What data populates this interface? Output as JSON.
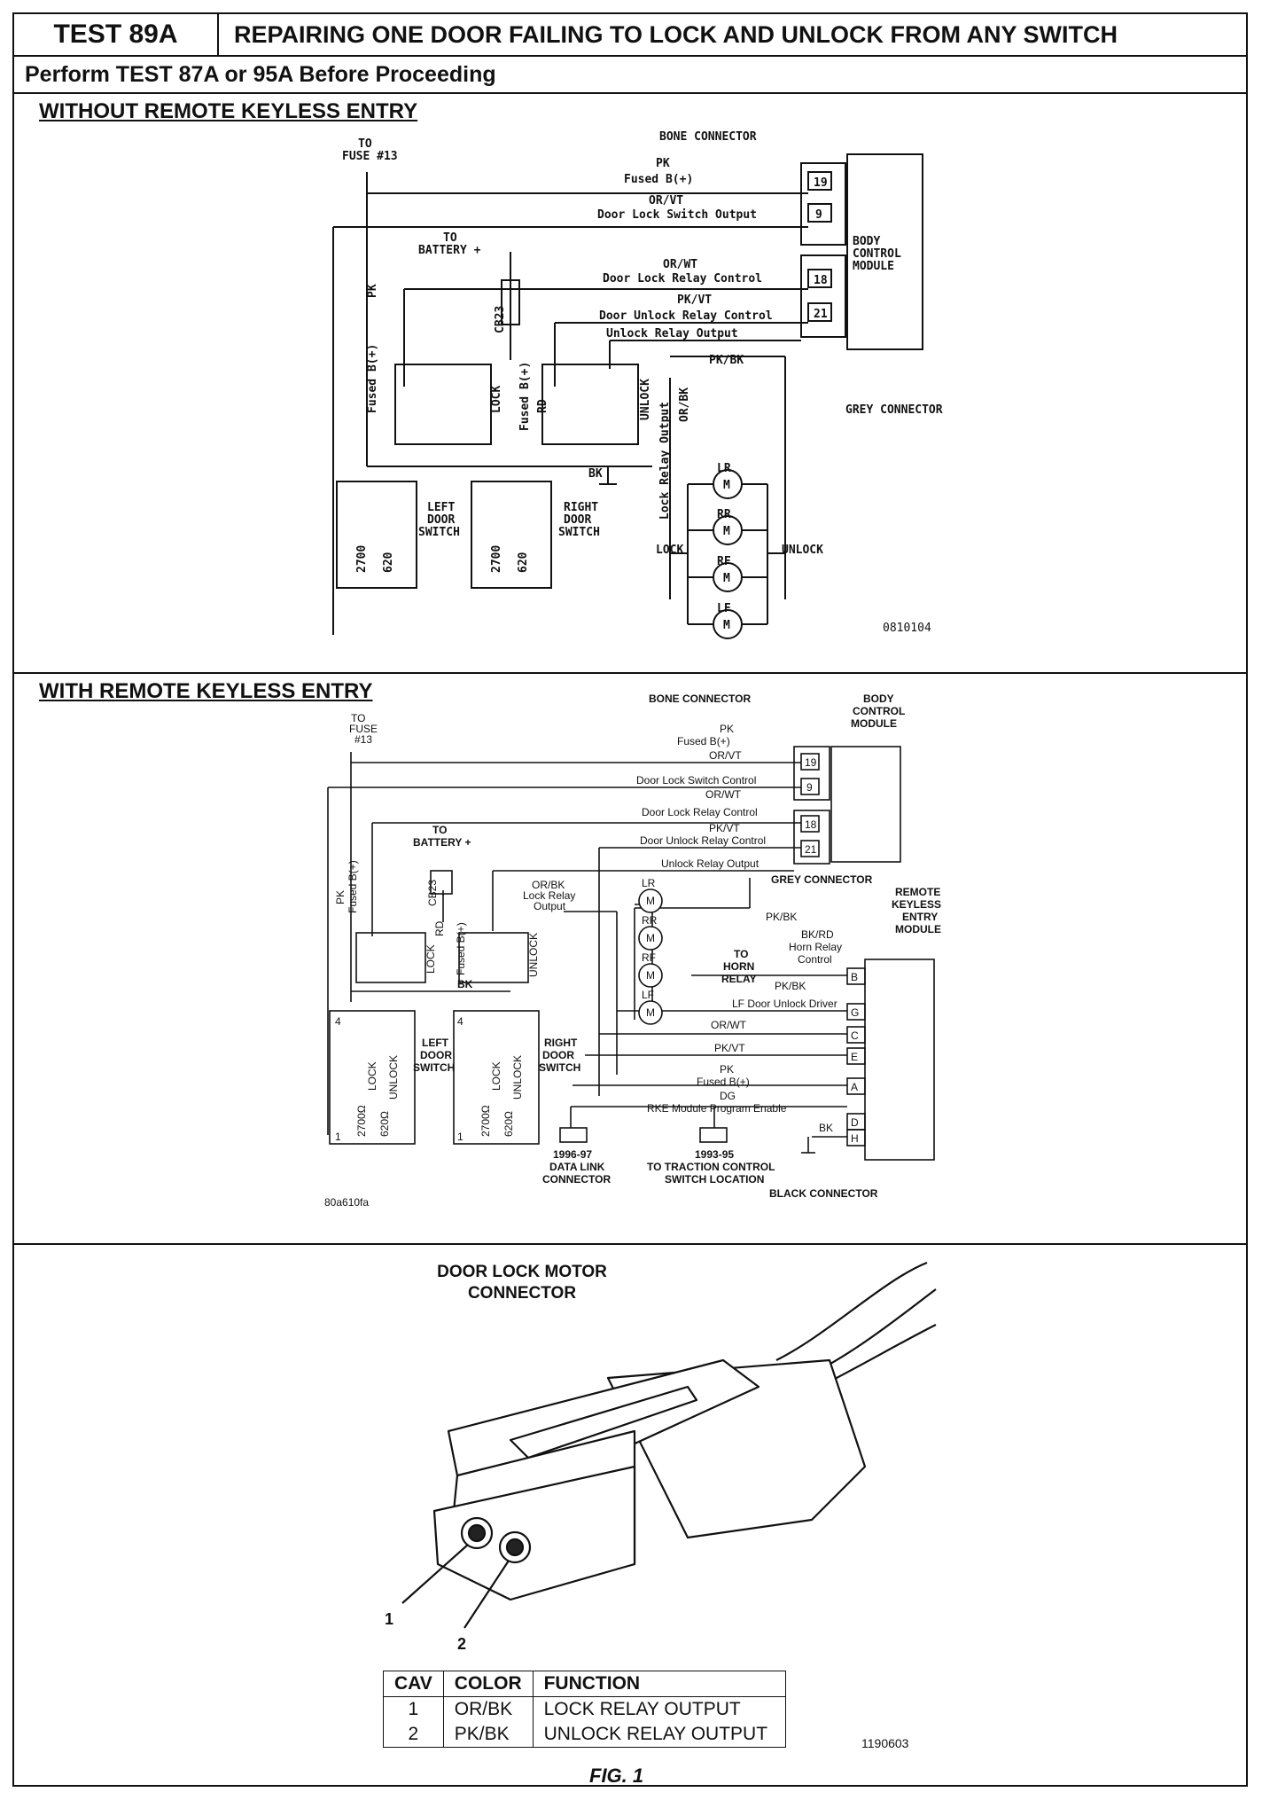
{
  "header": {
    "test_id": "TEST 89A",
    "title": "REPAIRING ONE DOOR FAILING TO LOCK AND UNLOCK FROM ANY SWITCH",
    "prerequisite": "Perform TEST 87A or 95A Before Proceeding"
  },
  "section1": {
    "title": "WITHOUT REMOTE KEYLESS ENTRY",
    "labels": {
      "to_fuse": "TO",
      "fuse13": "FUSE #13",
      "bone_connector": "BONE CONNECTOR",
      "grey_connector": "GREY CONNECTOR",
      "bcm": [
        "BODY",
        "CONTROL",
        "MODULE"
      ],
      "to_battery": [
        "TO",
        "BATTERY +"
      ],
      "cb23": "CB23",
      "pk": "PK",
      "fused_b_plus": "Fused B(+)",
      "rd": "RD",
      "lock": "LOCK",
      "unlock": "UNLOCK",
      "bk": "BK",
      "lock_relay_output": "Lock Relay Output",
      "or_bk": "OR/BK",
      "pk_bk": "PK/BK",
      "left_door_switch": [
        "LEFT",
        "DOOR",
        "SWITCH"
      ],
      "right_door_switch": [
        "RIGHT",
        "DOOR",
        "SWITCH"
      ],
      "r2700": "2700",
      "r620": "620",
      "lock_side": "LOCK",
      "unlock_side": "UNLOCK",
      "motors": [
        "LR",
        "RR",
        "RF",
        "LF"
      ],
      "m": "M",
      "code": "0810104"
    },
    "wires": [
      {
        "color": "PK",
        "desc": "Fused B(+)",
        "pin": "19"
      },
      {
        "color": "OR/VT",
        "desc": "Door Lock Switch Output",
        "pin": "9"
      },
      {
        "color": "OR/WT",
        "desc": "Door Lock Relay Control",
        "pin": "18"
      },
      {
        "color": "PK/VT",
        "desc": "Door Unlock Relay Control",
        "pin": "21"
      },
      {
        "color": "",
        "desc": "Unlock Relay Output",
        "pin": ""
      }
    ]
  },
  "section2": {
    "title": "WITH REMOTE KEYLESS ENTRY",
    "labels": {
      "to": "TO",
      "fuse": "FUSE",
      "fuse13": "#13",
      "bone_connector": "BONE CONNECTOR",
      "bcm": [
        "BODY",
        "CONTROL",
        "MODULE"
      ],
      "grey_connector": "GREY CONNECTOR",
      "rke": [
        "REMOTE",
        "KEYLESS",
        "ENTRY",
        "MODULE"
      ],
      "to_battery": [
        "TO",
        "BATTERY +"
      ],
      "cb23": "CB23",
      "rd": "RD",
      "fused_b": "Fused B(+)",
      "pk": "PK",
      "lock": "LOCK",
      "unlock": "UNLOCK",
      "bk": "BK",
      "or_bk_lock": [
        "OR/BK",
        "Lock Relay",
        "Output"
      ],
      "pk_bk": "PK/BK",
      "motors": [
        "LR",
        "RR",
        "RF",
        "LF"
      ],
      "m": "M",
      "bk_rd": [
        "BK/RD",
        "Horn Relay",
        "Control"
      ],
      "to_horn": [
        "TO",
        "HORN",
        "RELAY"
      ],
      "lf_door_unlock": "LF Door Unlock Driver",
      "pk_bk2": "PK/BK",
      "or_wt": "OR/WT",
      "pk_vt": "PK/VT",
      "pk2": "PK",
      "fused_b2": "Fused B(+)",
      "dg": "DG",
      "rke_prog": "RKE Module Program Enable",
      "bk2": "BK",
      "dlc": [
        "1996-97",
        "DATA LINK",
        "CONNECTOR"
      ],
      "traction": [
        "1993-95",
        "TO TRACTION CONTROL",
        "SWITCH LOCATION"
      ],
      "black_connector": "BLACK CONNECTOR",
      "left_door_switch": [
        "LEFT",
        "DOOR",
        "SWITCH"
      ],
      "right_door_switch": [
        "RIGHT",
        "DOOR",
        "SWITCH"
      ],
      "r2700": "2700Ω",
      "r620": "620Ω",
      "num4": "4",
      "num1": "1",
      "code": "80a610fa"
    },
    "wires": [
      {
        "color": "PK",
        "desc": "Fused B(+)",
        "pin": "19"
      },
      {
        "color": "OR/VT",
        "desc": "Door Lock Switch Control",
        "pin": "9"
      },
      {
        "color": "OR/WT",
        "desc": "Door Lock Relay Control",
        "pin": "18"
      },
      {
        "color": "PK/VT",
        "desc": "Door Unlock Relay Control",
        "pin": "21"
      },
      {
        "color": "",
        "desc": "Unlock Relay Output",
        "pin": ""
      }
    ],
    "rke_pins": [
      "B",
      "G",
      "C",
      "E",
      "A",
      "D",
      "H"
    ]
  },
  "section3": {
    "title": [
      "DOOR LOCK MOTOR",
      "CONNECTOR"
    ],
    "callouts": [
      "1",
      "2"
    ],
    "table": {
      "headers": [
        "CAV",
        "COLOR",
        "FUNCTION"
      ],
      "rows": [
        [
          "1",
          "OR/BK",
          "LOCK RELAY OUTPUT"
        ],
        [
          "2",
          "PK/BK",
          "UNLOCK RELAY OUTPUT"
        ]
      ]
    },
    "code": "1190603",
    "fig": "FIG. 1"
  }
}
